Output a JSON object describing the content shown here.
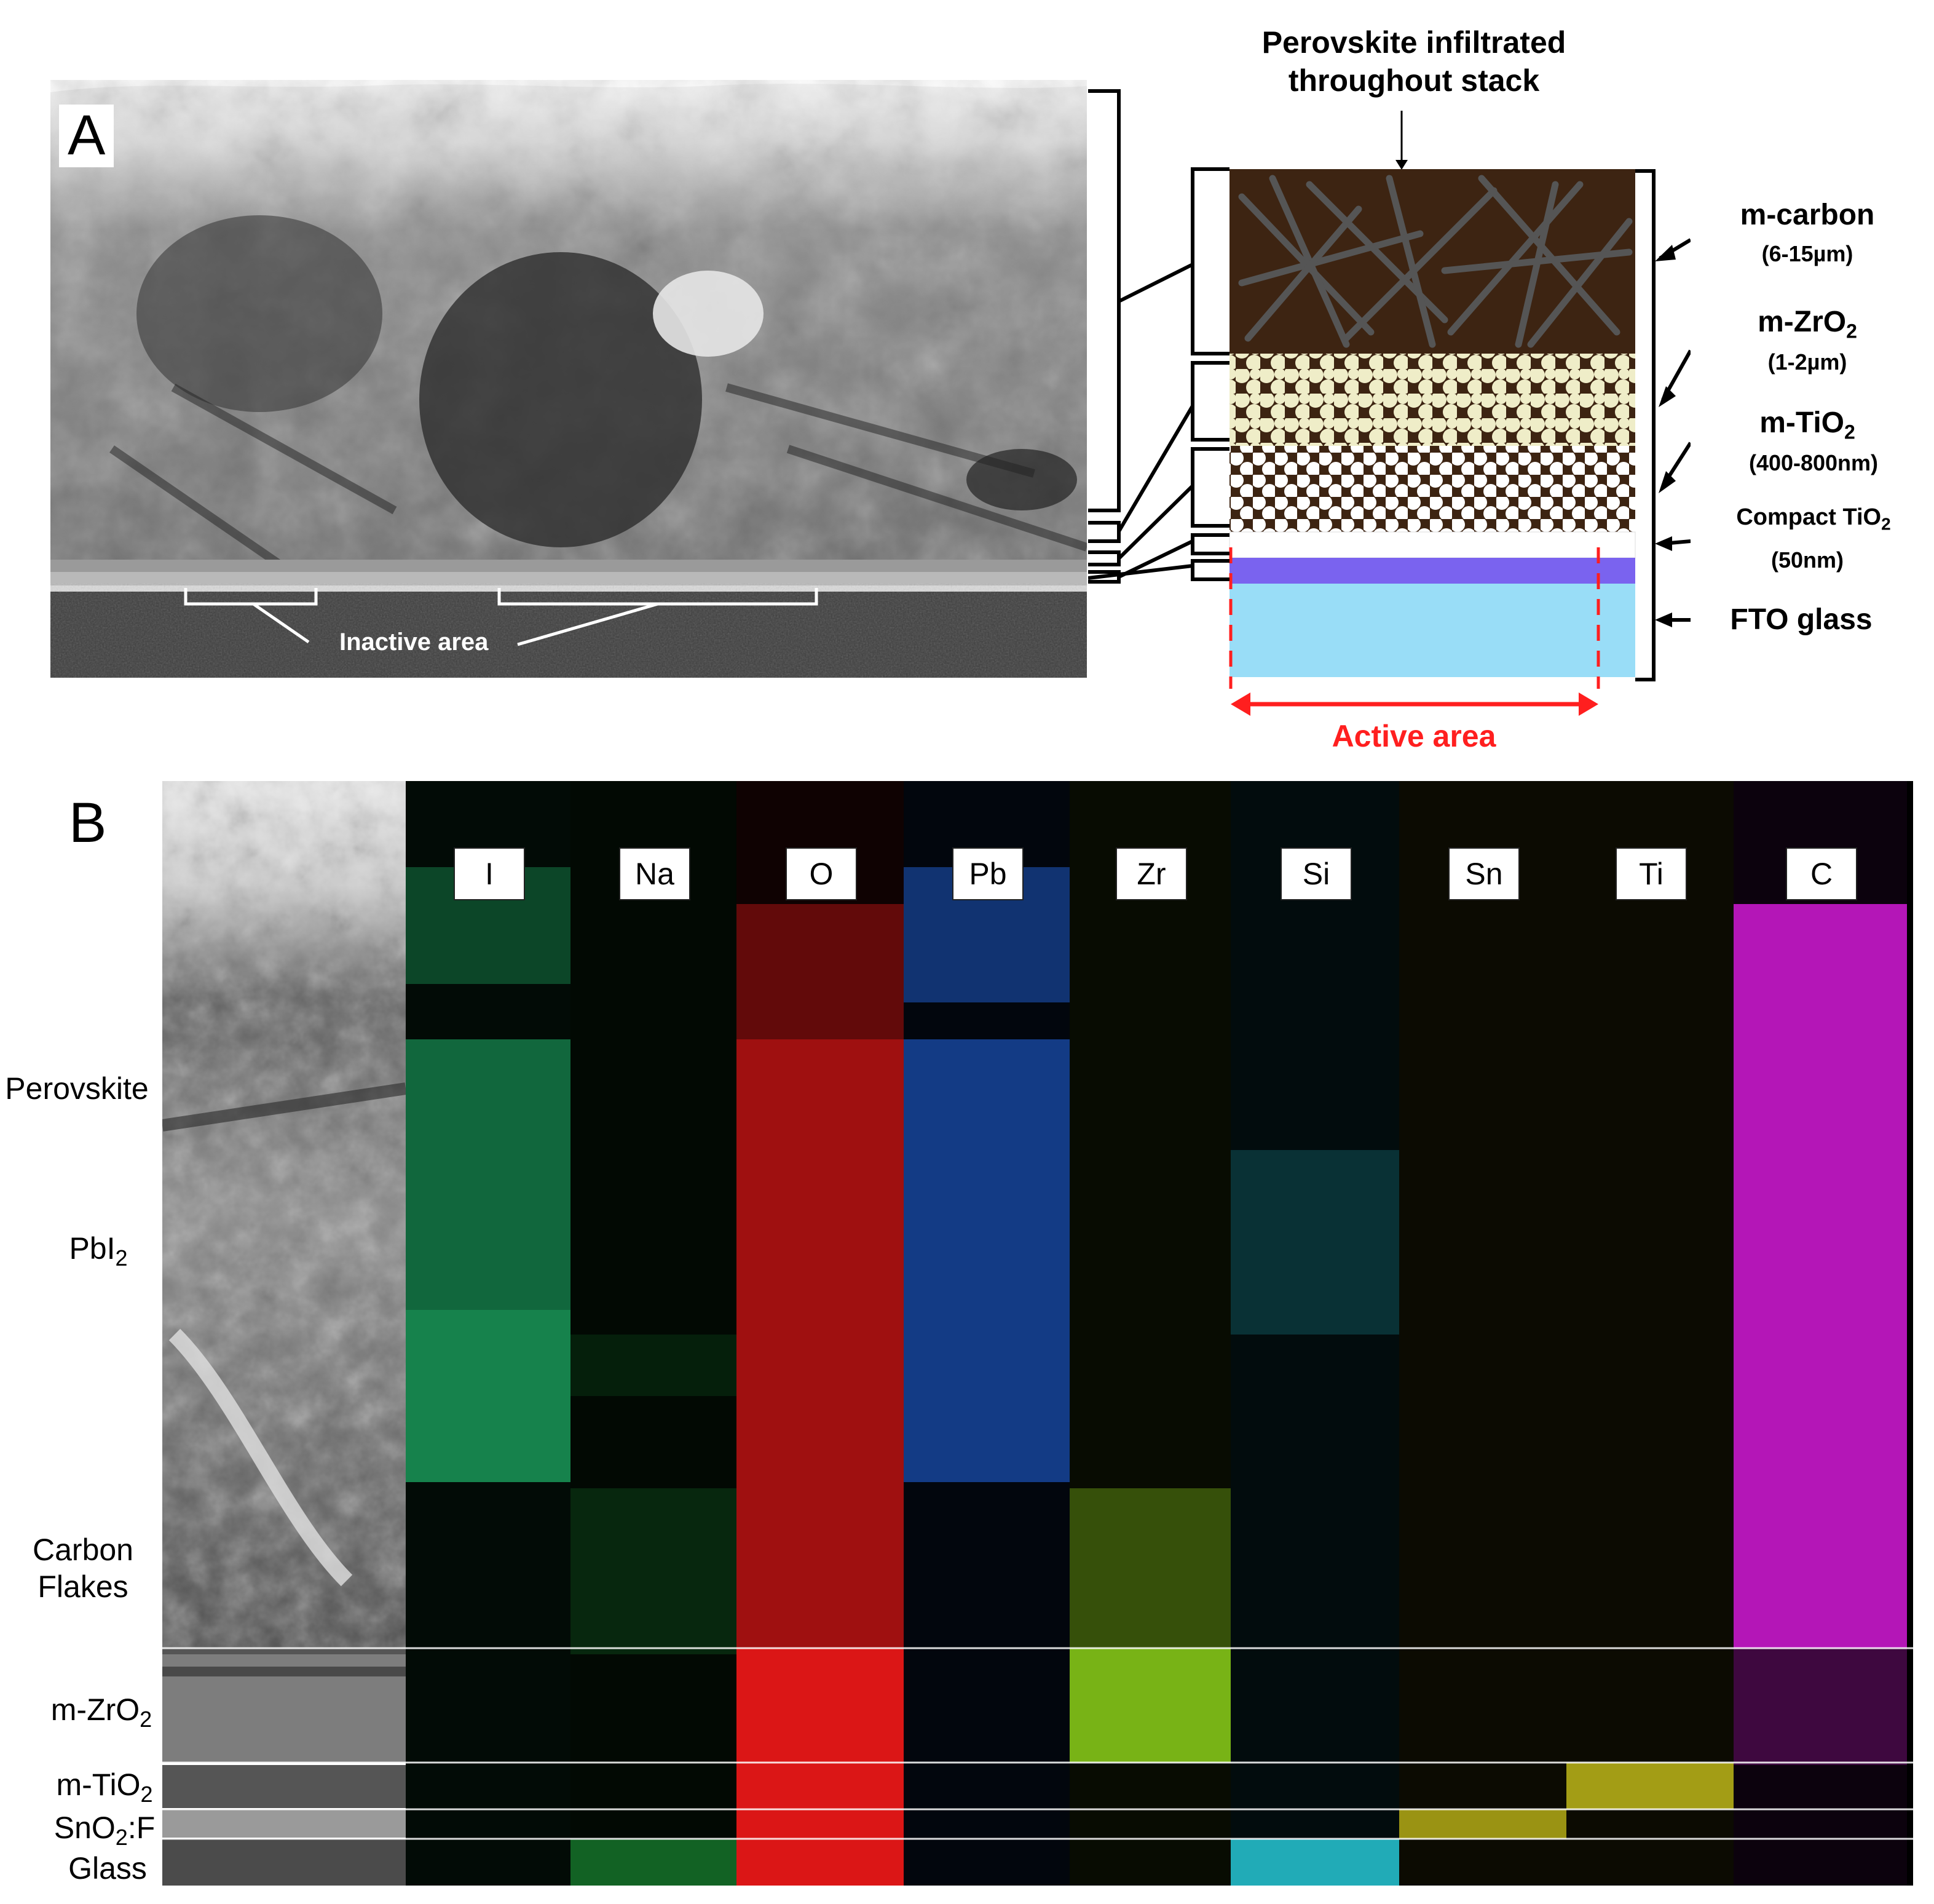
{
  "panel_a": {
    "letter": "A",
    "inactive_label": "Inactive area",
    "top_note_line1": "Perovskite infiltrated",
    "top_note_line2": "throughout stack",
    "layers": [
      {
        "name": "m-carbon",
        "sub": "(6-15µm)"
      },
      {
        "name_base": "m-ZrO",
        "name_sub": "2",
        "sub": "(1-2µm)"
      },
      {
        "name_base": "m-TiO",
        "name_sub": "2",
        "sub": "(400-800nm)"
      },
      {
        "name_base": "Compact TiO",
        "name_sub": "2",
        "sub": "(50nm)"
      },
      {
        "name": "FTO glass"
      }
    ],
    "active_label": "Active area",
    "colors": {
      "carbon": "#3d2412",
      "zro2": "#efedc8",
      "tio2": "#ffffff",
      "compact": "#ffffff",
      "fto_top": "#7a63ef",
      "glass": "#99ddf7",
      "active": "#ff1f1f"
    }
  },
  "panel_b": {
    "letter": "B",
    "elements": [
      {
        "symbol": "I",
        "color": "#1fb56b"
      },
      {
        "symbol": "Na",
        "color": "#1e9e3a"
      },
      {
        "symbol": "O",
        "color": "#ff1a1a"
      },
      {
        "symbol": "Pb",
        "color": "#1f5fd6"
      },
      {
        "symbol": "Zr",
        "color": "#8cd11a"
      },
      {
        "symbol": "Si",
        "color": "#27c8d6"
      },
      {
        "symbol": "Sn",
        "color": "#c9c21a"
      },
      {
        "symbol": "Ti",
        "color": "#c9c21a"
      },
      {
        "symbol": "C",
        "color": "#d21ad6"
      }
    ],
    "row_labels": {
      "perovskite": "Perovskite",
      "pbi2_base": "PbI",
      "pbi2_sub": "2",
      "carbon_line1": "Carbon",
      "carbon_line2": "Flakes",
      "zro2_base": "m-ZrO",
      "zro2_sub": "2",
      "tio2_base": "m-TiO",
      "tio2_sub": "2",
      "sno2_base": "SnO",
      "sno2_sub": "2",
      "sno2_tail": ":F",
      "glass": "Glass"
    }
  }
}
